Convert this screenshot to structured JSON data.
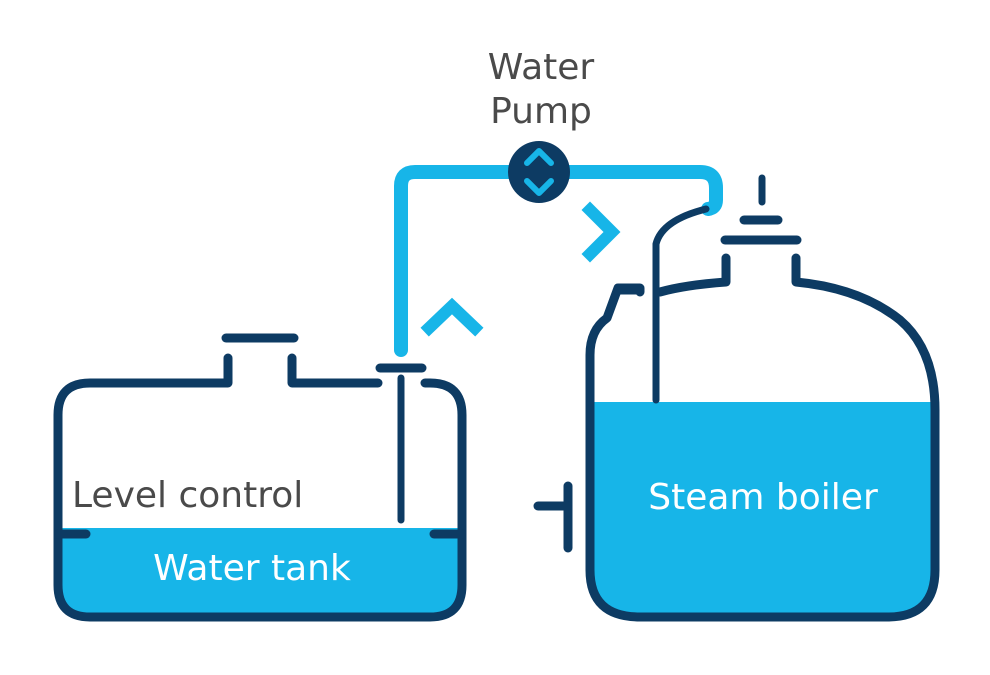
{
  "labels": {
    "pump_line1": "Water",
    "pump_line2": "Pump",
    "level_control": "Level control",
    "water_tank": "Water tank",
    "steam_boiler": "Steam boiler"
  },
  "colors": {
    "outline": "#0d3b63",
    "water": "#17b5e8",
    "pipe": "#17b5e8",
    "text_dark": "#4a4a4a",
    "text_light": "#ffffff",
    "background": "#ffffff"
  },
  "icons": {
    "pump": "pump-valve-icon",
    "flow_up": "chevron-up-icon",
    "flow_right": "chevron-right-icon"
  }
}
